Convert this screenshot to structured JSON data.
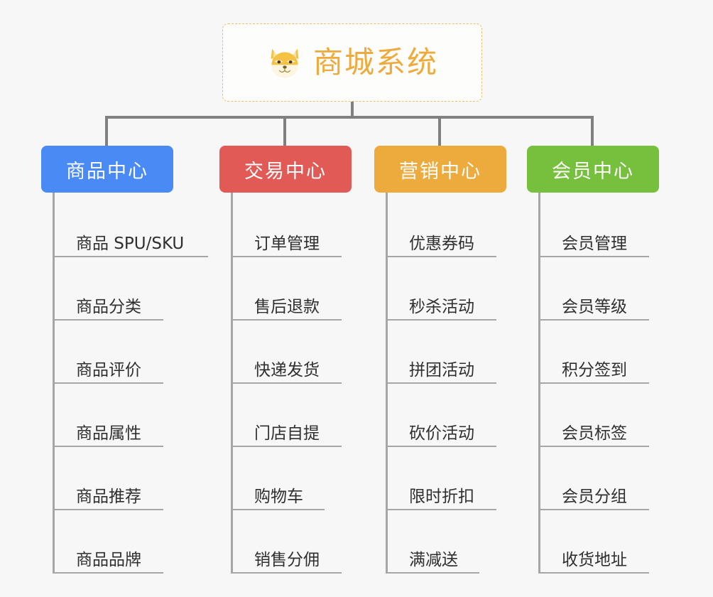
{
  "background_color": "#f7f7f7",
  "root": {
    "title": "商城系统",
    "icon": "shiba-dog-face-icon",
    "text_color": "#eeaa3c",
    "border_color": "#e7bd6d",
    "background_color": "#fdfdfc"
  },
  "connector_color": "#808080",
  "spine_color": "#a6a6a6",
  "columns": [
    {
      "title": "商品中心",
      "color": "#4a8af4",
      "items": [
        {
          "label": "商品 SPU/SKU"
        },
        {
          "label": "商品分类"
        },
        {
          "label": "商品评价"
        },
        {
          "label": "商品属性"
        },
        {
          "label": "商品推荐"
        },
        {
          "label": "商品品牌"
        }
      ]
    },
    {
      "title": "交易中心",
      "color": "#e15a56",
      "items": [
        {
          "label": "订单管理"
        },
        {
          "label": "售后退款"
        },
        {
          "label": "快递发货"
        },
        {
          "label": "门店自提"
        },
        {
          "label": "购物车"
        },
        {
          "label": "销售分佣"
        }
      ]
    },
    {
      "title": "营销中心",
      "color": "#eeab3d",
      "items": [
        {
          "label": "优惠券码"
        },
        {
          "label": "秒杀活动"
        },
        {
          "label": "拼团活动"
        },
        {
          "label": "砍价活动"
        },
        {
          "label": "限时折扣"
        },
        {
          "label": "满减送"
        }
      ]
    },
    {
      "title": "会员中心",
      "color": "#77c03e",
      "items": [
        {
          "label": "会员管理"
        },
        {
          "label": "会员等级"
        },
        {
          "label": "积分签到"
        },
        {
          "label": "会员标签"
        },
        {
          "label": "会员分组"
        },
        {
          "label": "收货地址"
        }
      ]
    }
  ]
}
